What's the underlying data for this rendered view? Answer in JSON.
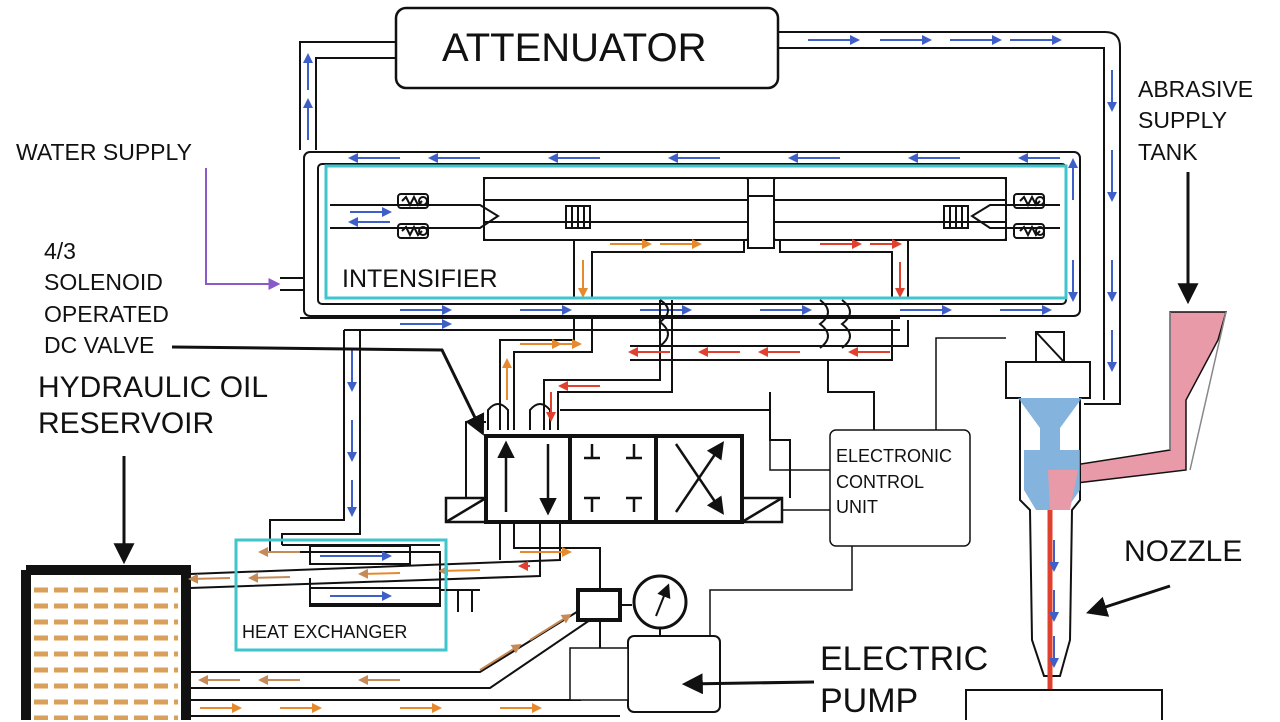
{
  "labels": {
    "attenuator": "ATTENUATOR",
    "water_supply": "WATER SUPPLY",
    "abrasive_supply_tank": [
      "ABRASIVE",
      "SUPPLY",
      "TANK"
    ],
    "solenoid_valve": [
      "4/3",
      "SOLENOID",
      "OPERATED",
      "DC VALVE"
    ],
    "hydraulic_oil_reservoir": [
      "HYDRAULIC OIL",
      "RESERVOIR"
    ],
    "intensifier": "INTENSIFIER",
    "electronic_control_unit": [
      "ELECTRONIC",
      "CONTROL",
      "UNIT"
    ],
    "heat_exchanger": "HEAT EXCHANGER",
    "nozzle": "NOZZLE",
    "electric_pump": [
      "ELECTRIC",
      "PUMP"
    ]
  },
  "colors": {
    "outline": "#111111",
    "highlight_box": "#3ec6cc",
    "water_flow": "#3f5fc8",
    "oil_supply_flow": "#e58a2e",
    "oil_return_flow": "#e0402e",
    "oil_reservoir_fill": "#d9a05a",
    "abrasive_fill": "#e99aa8",
    "water_in_nozzle": "#6fa6d8",
    "water_supply_line": "#8a5ac8"
  }
}
